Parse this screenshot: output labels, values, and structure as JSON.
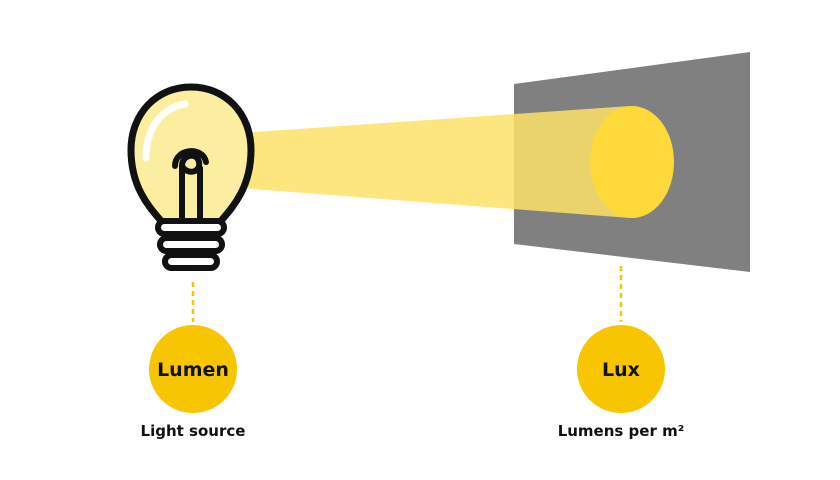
{
  "source": {
    "badge_label": "Lumen",
    "caption": "Light source"
  },
  "target": {
    "badge_label": "Lux",
    "caption": "Lumens per m²"
  },
  "colors": {
    "accent_yellow": "#f7c600",
    "beam_yellow": "#fde266",
    "bulb_fill": "#fbeea0",
    "surface_gray": "#808080",
    "outline": "#111111"
  },
  "icons": {
    "light_source": "light-bulb-icon",
    "illuminated_surface": "surface-panel"
  }
}
